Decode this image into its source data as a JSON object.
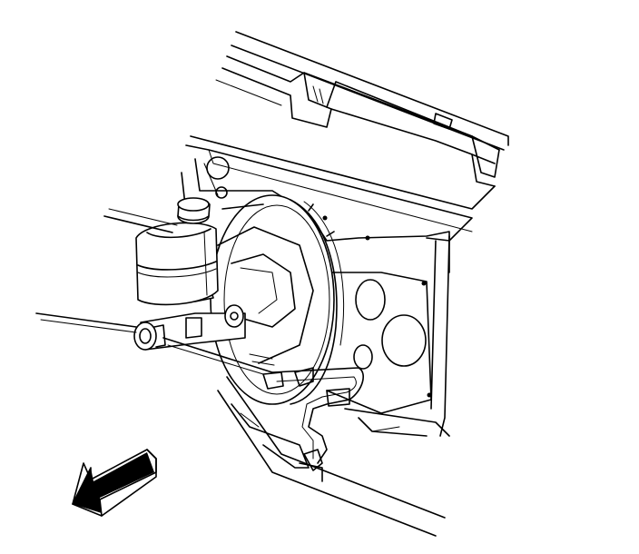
{
  "figure": {
    "style": "line-art",
    "components": [
      "brake-master-cylinder",
      "brake-fluid-reservoir",
      "reservoir-cap",
      "vacuum-brake-booster",
      "brake-lines",
      "bulkhead",
      "cowl",
      "direction-arrow"
    ]
  },
  "colors": {
    "line": "#000000",
    "background": "#ffffff",
    "arrow_fill": "#000000"
  },
  "icons": {
    "arrow": "front-direction-arrow-icon"
  }
}
